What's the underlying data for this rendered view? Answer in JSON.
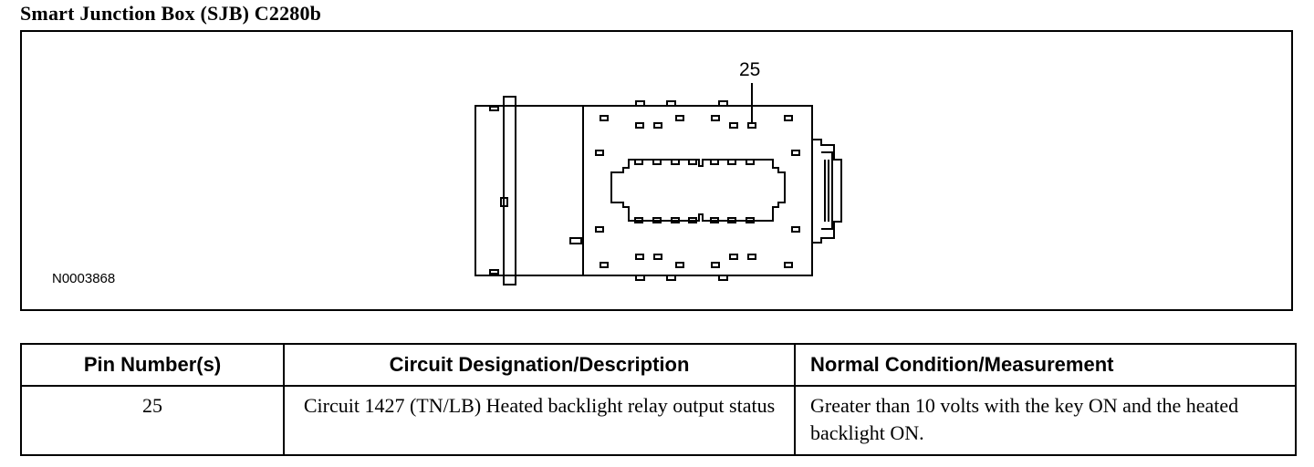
{
  "title": "Smart Junction Box (SJB) C2280b",
  "diagram": {
    "figure_id": "N0003868",
    "callout_pin": "25"
  },
  "table": {
    "headers": {
      "pin": "Pin Number(s)",
      "description": "Circuit Designation/Description",
      "measurement": "Normal Condition/Measurement"
    },
    "rows": [
      {
        "pin": "25",
        "description": "Circuit 1427 (TN/LB) Heated backlight relay output status",
        "measurement": "Greater than 10 volts with the key ON and the heated backlight ON."
      }
    ]
  }
}
